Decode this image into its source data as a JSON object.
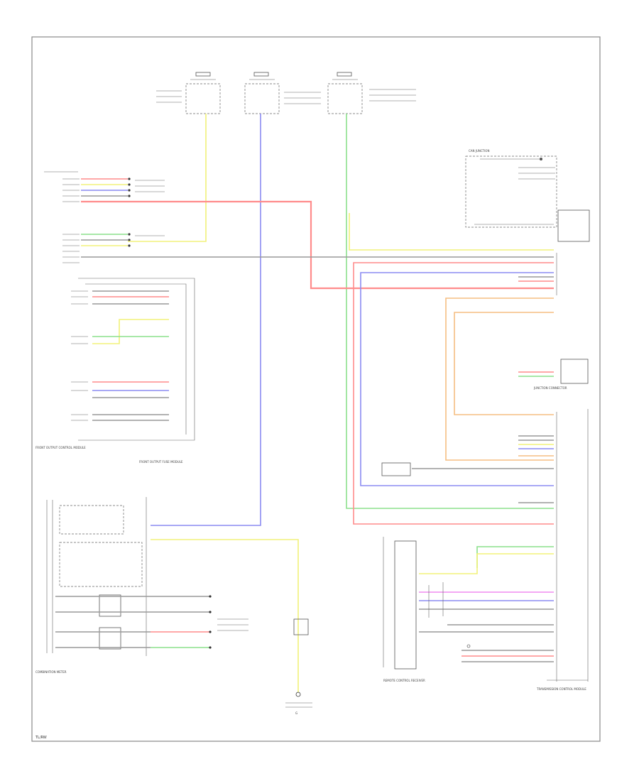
{
  "diagram": {
    "labels": {
      "footer": "TL/RW",
      "ground": "G",
      "left_module_caption": "FRONT OUTPUT CONTROL MODULE",
      "center_module_caption": "FRONT OUTPUT FUSE MODULE",
      "bottom_left_caption": "COMBINATION METER",
      "bottom_center_caption": "REMOTE CONTROL RECEIVER",
      "right_module_caption": "TRANSMISSION CONTROL MODULE",
      "right_top_caption": "CAN JUNCTION",
      "connector_caption": "JUNCTION CONNECTOR"
    },
    "colors": {
      "red": "#ff8c8c",
      "yellow": "#f2f27a",
      "blue": "#8c8cf2",
      "green": "#8ce08c",
      "orange": "#f5be82",
      "magenta": "#f08cf0",
      "gray": "#999999",
      "dark": "#333333"
    }
  }
}
